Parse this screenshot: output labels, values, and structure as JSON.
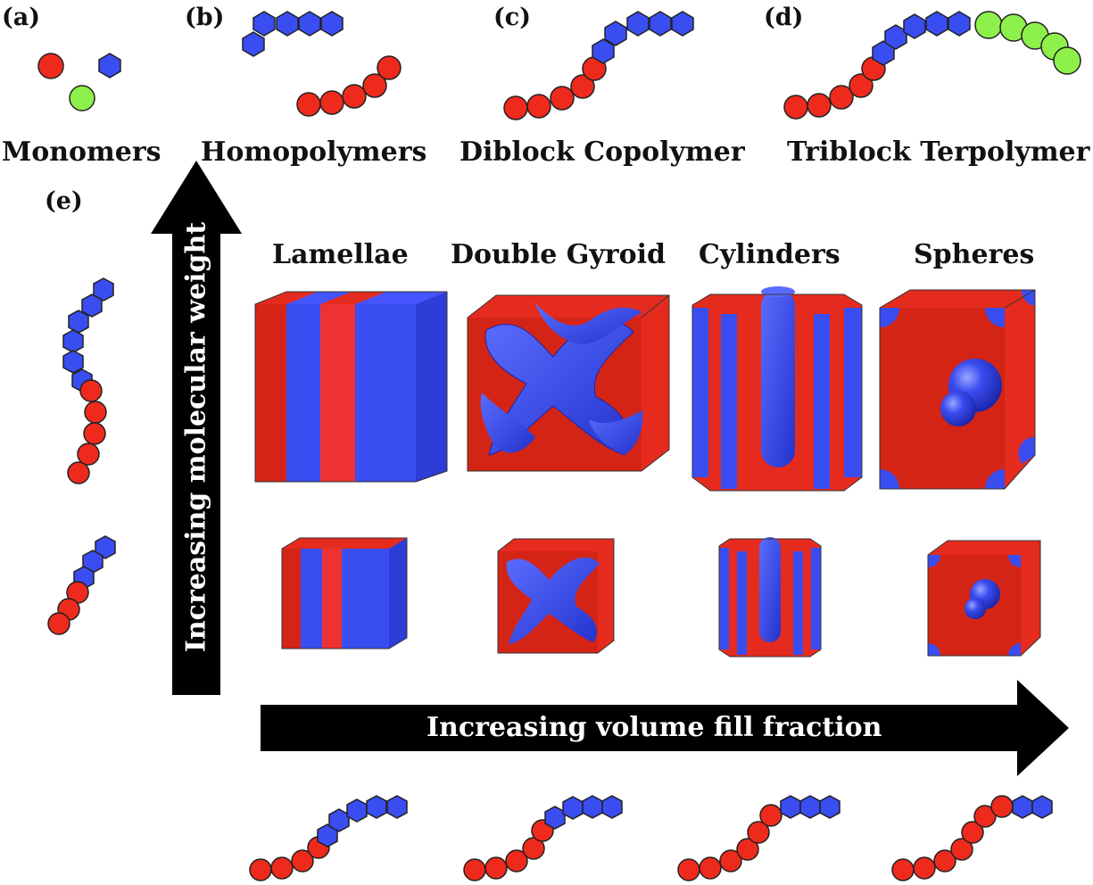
{
  "panels": {
    "a": {
      "letter": "(a)",
      "caption": "Monomers"
    },
    "b": {
      "letter": "(b)",
      "caption": "Homopolymers"
    },
    "c": {
      "letter": "(c)",
      "caption": "Diblock Copolymer"
    },
    "d": {
      "letter": "(d)",
      "caption": "Triblock Terpolymer"
    },
    "e": {
      "letter": "(e)"
    }
  },
  "morphologies": [
    "Lamellae",
    "Double Gyroid",
    "Cylinders",
    "Spheres"
  ],
  "arrows": {
    "vertical": "Increasing molecular weight",
    "horizontal": "Increasing volume fill fraction"
  },
  "colors": {
    "block_a": "#ee2a1d",
    "block_b": "#3a4df0",
    "block_c": "#8ef04a",
    "arrow": "#000000"
  }
}
